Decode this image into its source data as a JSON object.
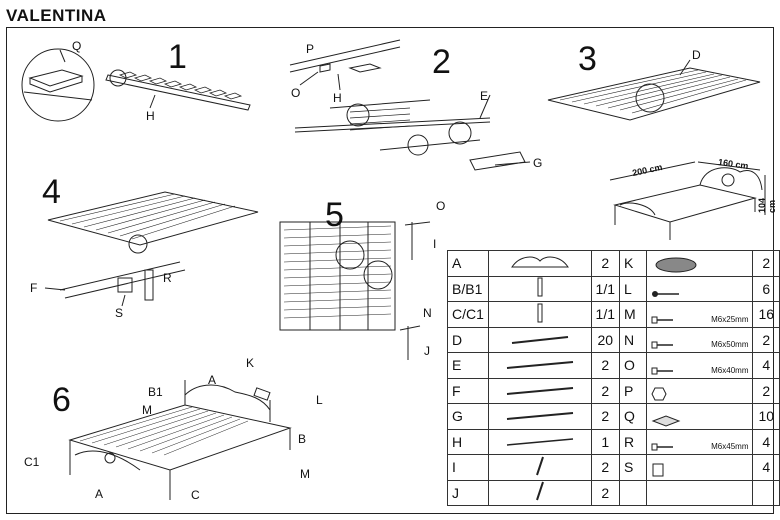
{
  "title": "VALENTINA",
  "steps": {
    "s1": "1",
    "s2": "2",
    "s3": "3",
    "s4": "4",
    "s5": "5",
    "s6": "6"
  },
  "labels": {
    "Q": "Q",
    "H1": "H",
    "P": "P",
    "O1": "O",
    "H2": "H",
    "E": "E",
    "G": "G",
    "D": "D",
    "F": "F",
    "R": "R",
    "S": "S",
    "O2": "O",
    "I": "I",
    "N": "N",
    "J": "J",
    "K": "K",
    "L": "L",
    "B1": "B1",
    "A1": "A",
    "M1": "M",
    "C1": "C1",
    "A2": "A",
    "C": "C",
    "B": "B",
    "M2": "M"
  },
  "dimensions": {
    "width": "200 cm",
    "depth": "160 cm",
    "height": "104 cm"
  },
  "parts": [
    {
      "code": "A",
      "qty": "2",
      "icon": "headboard-icon"
    },
    {
      "code": "B/B1",
      "qty": "1/1",
      "icon": "post-icon"
    },
    {
      "code": "C/C1",
      "qty": "1/1",
      "icon": "post-icon"
    },
    {
      "code": "D",
      "qty": "20",
      "icon": "slat-icon"
    },
    {
      "code": "E",
      "qty": "2",
      "icon": "rail-icon"
    },
    {
      "code": "F",
      "qty": "2",
      "icon": "rail-icon"
    },
    {
      "code": "G",
      "qty": "2",
      "icon": "rail-icon"
    },
    {
      "code": "H",
      "qty": "1",
      "icon": "bar-icon"
    },
    {
      "code": "I",
      "qty": "2",
      "icon": "leg-icon"
    },
    {
      "code": "J",
      "qty": "2",
      "icon": "leg-icon"
    }
  ],
  "parts_right": [
    {
      "code": "K",
      "qty": "2",
      "size": "",
      "icon": "ornament-icon"
    },
    {
      "code": "L",
      "qty": "6",
      "size": "",
      "icon": "screw-icon"
    },
    {
      "code": "M",
      "qty": "16",
      "size": "M6x25mm",
      "icon": "bolt-icon"
    },
    {
      "code": "N",
      "qty": "2",
      "size": "M6x50mm",
      "icon": "bolt-icon"
    },
    {
      "code": "O",
      "qty": "4",
      "size": "M6x40mm",
      "icon": "bolt-icon"
    },
    {
      "code": "P",
      "qty": "2",
      "size": "",
      "icon": "nut-icon"
    },
    {
      "code": "Q",
      "qty": "10",
      "size": "",
      "icon": "pad-icon"
    },
    {
      "code": "R",
      "qty": "4",
      "size": "M6x45mm",
      "icon": "bolt-icon"
    },
    {
      "code": "S",
      "qty": "4",
      "size": "",
      "icon": "bracket-icon"
    },
    {
      "code": "",
      "qty": "",
      "size": "",
      "icon": ""
    }
  ]
}
